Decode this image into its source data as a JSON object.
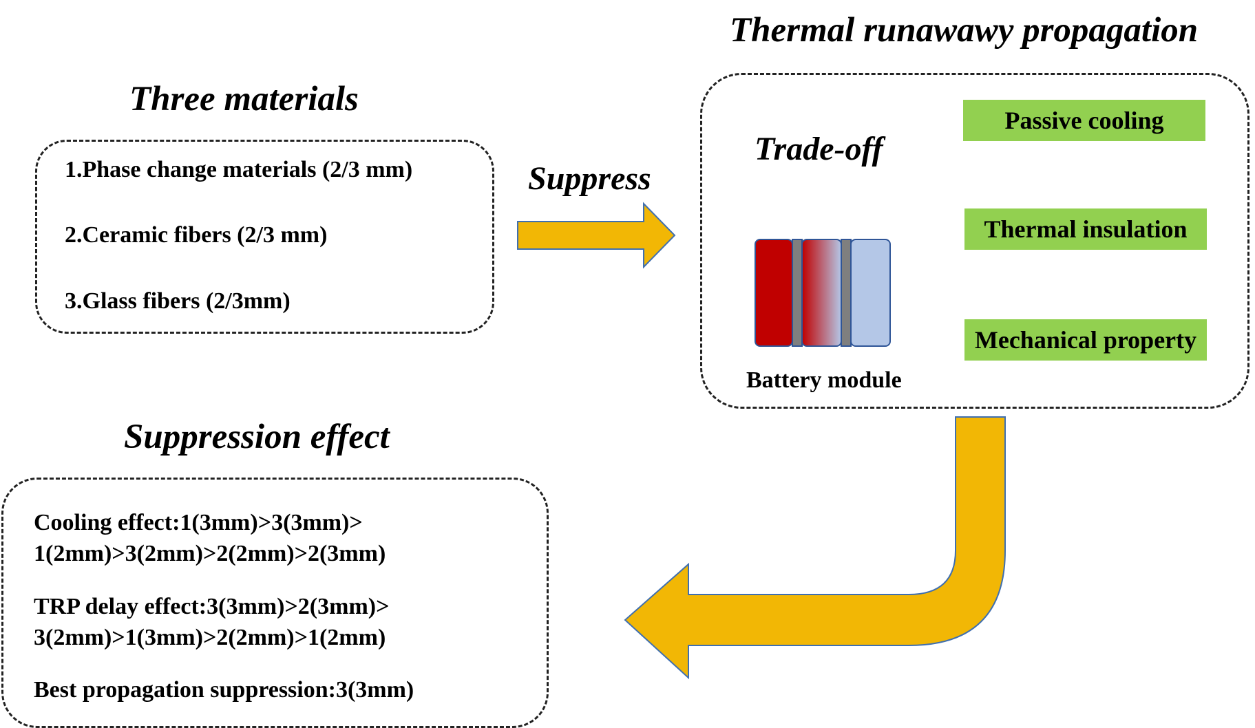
{
  "materials": {
    "title": "Three materials",
    "items": [
      "1.Phase change materials (2/3 mm)",
      "2.Ceramic fibers (2/3 mm)",
      "3.Glass fibers (2/3mm)"
    ]
  },
  "suppress_label": "Suppress",
  "propagation": {
    "title": "Thermal runawawy propagation",
    "tradeoff_label": "Trade-off",
    "battery_label": "Battery module",
    "factors": [
      "Passive cooling",
      "Thermal insulation",
      "Mechanical property"
    ]
  },
  "effect": {
    "title": "Suppression effect",
    "lines": [
      "Cooling effect:1(3mm)>3(3mm)>",
      "1(2mm)>3(2mm)>2(2mm)>2(3mm)",
      "TRP delay effect:3(3mm)>2(3mm)>",
      "3(2mm)>1(3mm)>2(2mm)>1(2mm)",
      "Best propagation suppression:3(3mm)"
    ]
  },
  "colors": {
    "arrow_fill": "#f2b705",
    "arrow_stroke": "#3f6fb0",
    "factor_fill": "#92d050",
    "cell_hot": "#c00000",
    "cell_cool": "#b4c7e7",
    "separator": "#7f7f7f"
  }
}
